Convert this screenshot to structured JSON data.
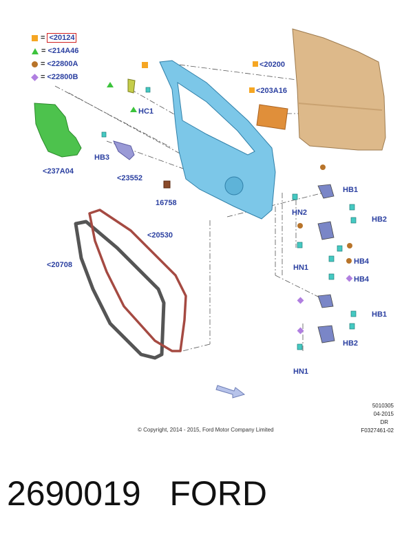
{
  "legend": [
    {
      "shape": "square",
      "color": "#f5a623",
      "code": "<20124",
      "highlighted": true
    },
    {
      "shape": "triangle",
      "color": "#3cc33c",
      "code": "<214A46",
      "highlighted": false
    },
    {
      "shape": "circle",
      "color": "#b8742a",
      "code": "<22800A",
      "highlighted": false
    },
    {
      "shape": "diamond",
      "color": "#b07fe0",
      "code": "<22800B",
      "highlighted": false
    }
  ],
  "parts": {
    "door_shell": "<20200",
    "panel": "<203A16",
    "trim_pad": "<237A04",
    "hc1": "HC1",
    "hb3": "HB3",
    "latch": "<23552",
    "clip": "16758",
    "seal_inner": "<20530",
    "seal_outer": "<20708",
    "hn2": "HN2",
    "hb1_top": "HB1",
    "hb2_top": "HB2",
    "hn1_mid": "HN1",
    "hb4_a": "HB4",
    "hb4_b": "HB4",
    "hb1_bottom": "HB1",
    "hb2_bottom": "HB2",
    "hn1_bottom": "HN1"
  },
  "footer": {
    "doc_number": "5010305",
    "date": "04-2015",
    "dr": "DR",
    "figure": "F0327461-02",
    "copyright": "© Copyright, 2014 - 2015, Ford Motor Company Limited"
  },
  "caption": {
    "part_number": "2690019",
    "brand": "FORD"
  }
}
